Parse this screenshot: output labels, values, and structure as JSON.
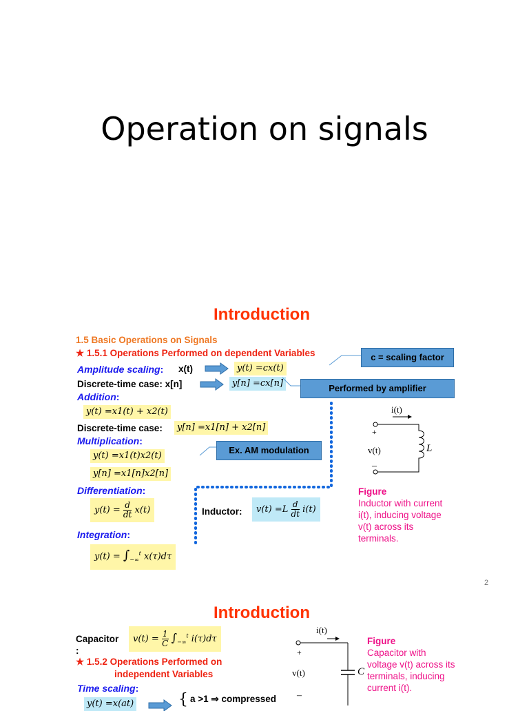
{
  "slide1": {
    "title": "Operation on signals"
  },
  "slide2": {
    "heading": "Introduction",
    "section": "1.5 Basic Operations on Signals",
    "subsection": "★ 1.5.1 Operations Performed on dependent Variables",
    "amplitude_label": "Amplitude scaling",
    "amplitude_input": "x(t)",
    "amplitude_formula": "y(t) =cx(t)",
    "dt_case_label": "Discrete-time case:",
    "dt_case_input": "x[n]",
    "dt_case_formula": "y[n] =cx[n]",
    "callout_scaling": "c = scaling factor",
    "callout_amplifier": "Performed by amplifier",
    "addition_label": "Addition",
    "addition_formula": "y(t) =x1(t) + x2(t)",
    "addition_dt_label": "Discrete-time case:",
    "addition_dt_formula": "y[n] =x1[n] + x2[n]",
    "multiplication_label": "Multiplication",
    "mult_formula_ct": "y(t) =x1(t)x2(t)",
    "mult_formula_dt": "y[n] =x1[n]x2[n]",
    "callout_am": "Ex. AM modulation",
    "differentiation_label": "Differentiation",
    "diff_formula": "y(t) = d/dt x(t)",
    "inductor_label": "Inductor:",
    "inductor_formula": "v(t) =L d/dt i(t)",
    "integration_label": "Integration",
    "integration_formula": "y(t) = ∫ x(τ)dτ",
    "figure_title": "Figure",
    "figure_caption": "Inductor with current i(t), inducing voltage v(t) across its terminals.",
    "circuit_current": "i(t)",
    "circuit_voltage": "v(t)",
    "circuit_element": "L",
    "page_number": "2"
  },
  "slide3": {
    "heading": "Introduction",
    "capacitor_label": "Capacitor",
    "capacitor_colon": ":",
    "capacitor_formula": "v(t) = 1/C ∫ i(τ)dτ",
    "subsection_line1": "★ 1.5.2 Operations Performed on",
    "subsection_line2": "independent Variables",
    "time_scaling_label": "Time scaling",
    "time_scaling_formula": "y(t) =x(at)",
    "compressed_text": "a >1  ⇒ compressed",
    "figure_title": "Figure",
    "figure_caption": "Capacitor with voltage v(t) across its terminals, inducing current i(t).",
    "circuit_current": "i(t)",
    "circuit_voltage": "v(t)",
    "circuit_element": "C"
  },
  "colors": {
    "heading": "#ff3300",
    "section": "#ee7722",
    "subsection": "#ee2211",
    "operation_label": "#1a1aee",
    "figure_text": "#ee1188",
    "formula_bg": "#fff6a8",
    "formula_bg_alt": "#bfe9f7",
    "callout_bg": "#5a9bd5",
    "dotted_line": "#1166dd"
  }
}
